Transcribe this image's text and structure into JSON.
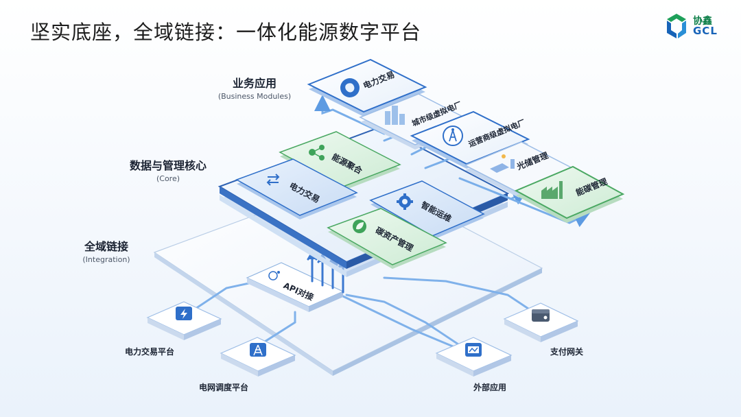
{
  "page": {
    "title": "坚实底座，全域链接：一体化能源数字平台"
  },
  "logo": {
    "cn": "协鑫",
    "en": "GCL"
  },
  "layers": {
    "business": {
      "cn": "业务应用",
      "en": "(Business Modules)"
    },
    "core": {
      "cn": "数据与管理核心",
      "en": "(Core)"
    },
    "integration": {
      "cn": "全域链接",
      "en": "(Integration)"
    }
  },
  "business_modules": [
    {
      "label": "电力交易",
      "icon": "brain-icon"
    },
    {
      "label": "城市级虚拟电厂",
      "icon": "city-buildings-icon"
    },
    {
      "label": "运营商级虚拟电厂",
      "icon": "tower-antenna-icon"
    },
    {
      "label": "光储管理",
      "icon": "solar-panel-icon"
    },
    {
      "label": "能碳管理",
      "icon": "factory-icon"
    }
  ],
  "core_modules": [
    {
      "label": "能源聚合",
      "icon": "network-nodes-icon"
    },
    {
      "label": "电力交易",
      "icon": "exchange-arrows-icon"
    },
    {
      "label": "智能运维",
      "icon": "gear-icon"
    },
    {
      "label": "碳资产管理",
      "icon": "leaf-icon"
    }
  ],
  "integration": {
    "api": {
      "label": "API对接",
      "icon": "api-link-icon"
    }
  },
  "external_systems": [
    {
      "label": "电力交易平台",
      "icon": "lightning-icon"
    },
    {
      "label": "电网调度平台",
      "icon": "power-tower-icon"
    },
    {
      "label": "外部应用",
      "icon": "app-window-icon"
    },
    {
      "label": "支付网关",
      "icon": "wallet-icon"
    }
  ],
  "colors": {
    "accent_blue": "#2f6fc9",
    "accent_green": "#3fa35a",
    "line_blue": "#6fa8e8"
  }
}
